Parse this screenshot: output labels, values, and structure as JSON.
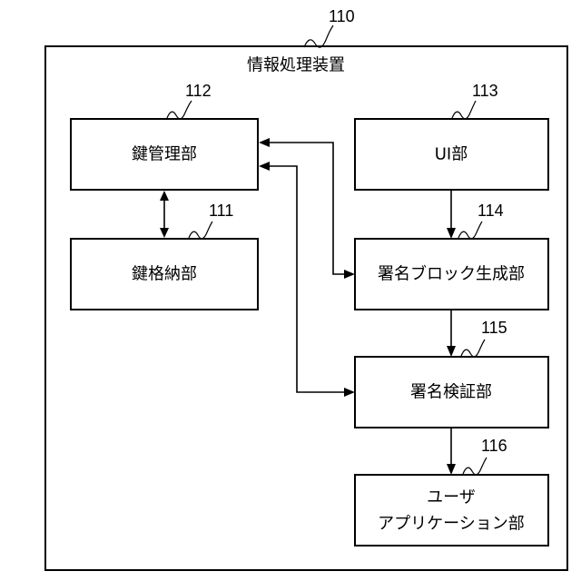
{
  "device": {
    "ref": "110",
    "title": "情報処理装置"
  },
  "blocks": {
    "key_management": {
      "ref": "112",
      "label": "鍵管理部"
    },
    "key_storage": {
      "ref": "111",
      "label": "鍵格納部"
    },
    "ui": {
      "ref": "113",
      "label": "UI部"
    },
    "signed_block_generation": {
      "ref": "114",
      "label": "署名ブロック生成部"
    },
    "signature_verification": {
      "ref": "115",
      "label": "署名検証部"
    },
    "user_application": {
      "ref": "116",
      "label_line1": "ユーザ",
      "label_line2": "アプリケーション部"
    }
  },
  "colors": {
    "line": "#000000",
    "background": "#ffffff"
  }
}
